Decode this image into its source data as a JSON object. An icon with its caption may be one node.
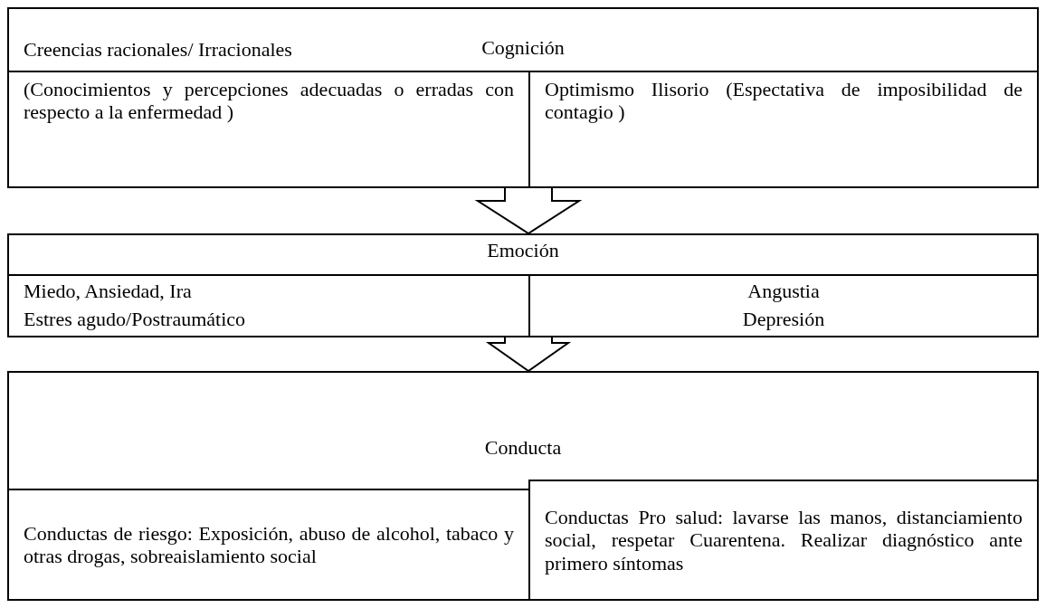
{
  "diagram": {
    "nodes": [
      {
        "text": [
          "Cognición"
        ]
      },
      {
        "text": [
          "Creencias racionales/ Irracionales",
          "(Conocimientos y percepciones adecuadas o erradas con respecto a la enfermedad )"
        ],
        "in": 0
      },
      {
        "text": [
          "Optimismo Ilisorio (Espectativa de imposibilidad de contagio )"
        ],
        "in": 0
      },
      {
        "text": [
          "Emoción"
        ]
      },
      {
        "text": [
          "Miedo, Ansiedad, Ira",
          "Estres agudo/Postraumático"
        ],
        "in": 3
      },
      {
        "text": [
          "Angustia",
          "Depresión"
        ],
        "in": 3
      },
      {
        "text": [
          "Conducta"
        ]
      },
      {
        "text": [
          "Conductas de riesgo: Exposición, abuso de alcohol, tabaco y otras drogas, sobreaislamiento social"
        ],
        "in": 6
      },
      {
        "text": [
          "Conductas Pro salud: lavarse las manos, distanciamiento social, respetar Cuarentena. Realizar diagnóstico ante primero síntomas"
        ],
        "in": 6
      }
    ],
    "edges": [
      {
        "from": 0,
        "to": 3,
        "arrow": "to"
      },
      {
        "from": 3,
        "to": 6,
        "arrow": "to"
      }
    ]
  }
}
